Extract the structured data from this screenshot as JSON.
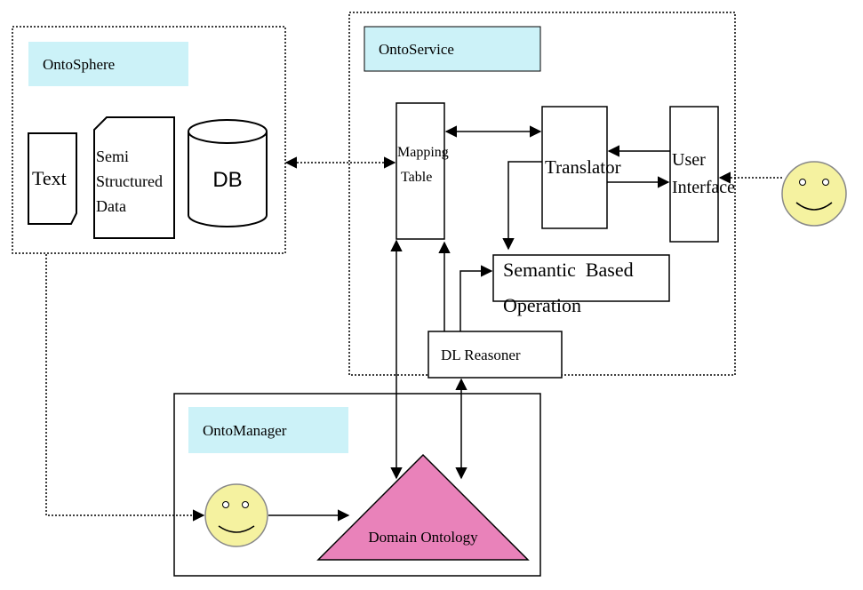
{
  "panels": {
    "ontosphere": {
      "title": "OntoSphere"
    },
    "ontoservice": {
      "title": "OntoService"
    },
    "ontomanager": {
      "title": "OntoManager"
    }
  },
  "sources": {
    "text": "Text",
    "semi_structured": [
      "Semi",
      "Structured",
      "Data"
    ],
    "db": "DB"
  },
  "components": {
    "mapping_table": [
      "Mapping",
      "Table"
    ],
    "translator": "Translator",
    "user_interface": [
      "User",
      "Interface"
    ],
    "semantic_op": [
      "Semantic  Based",
      "Operation"
    ],
    "dl_reasoner": "DL Reasoner",
    "domain_ontology": "Domain Ontology"
  },
  "colors": {
    "title_fill": "#ccf2f8",
    "smiley_fill": "#f5f2a0",
    "ontology_fill": "#e982ba"
  },
  "icons": [
    "smiley-user-icon",
    "smiley-manager-icon"
  ]
}
